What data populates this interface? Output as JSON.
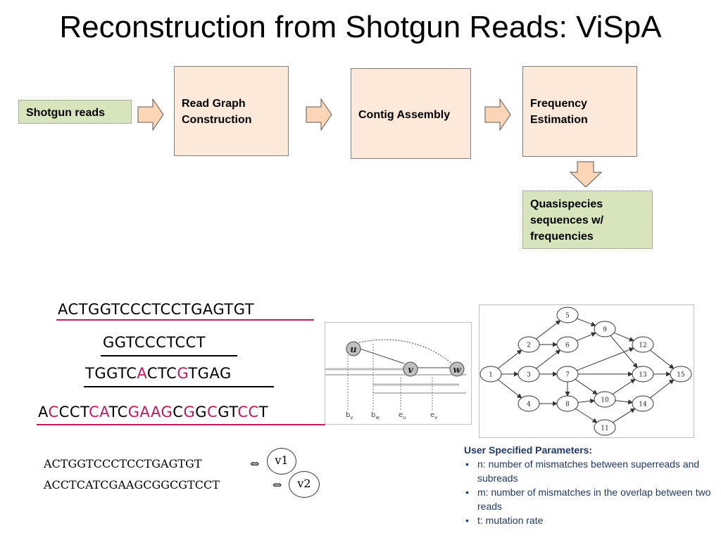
{
  "title": "Reconstruction from Shotgun Reads: ViSpA",
  "flow": {
    "input": "Shotgun reads",
    "step1": "Read Graph Construction",
    "step2": "Contig Assembly",
    "step3": "Frequency Estimation",
    "output": "Quasispecies sequences w/ frequencies"
  },
  "reads": {
    "superread": "ACTGGTCCCTCCTGAGTGT",
    "subread": "GGTCCCTCCT",
    "mismatch_read": [
      "TGGTC",
      "A",
      "CTC",
      "G",
      "TGAG"
    ],
    "variant_read": [
      "A",
      "C",
      "CCT",
      "CA",
      "TC",
      "GAAG",
      "C",
      "G",
      "G",
      "C",
      "GT",
      "CC",
      "T"
    ]
  },
  "overlap": {
    "nodes": [
      "u",
      "v",
      "w"
    ],
    "axis_labels": [
      "b",
      "b",
      "e",
      "e"
    ],
    "axis_subs": [
      "v",
      "w",
      "u",
      "v"
    ]
  },
  "graph_nodes": [
    "1",
    "2",
    "3",
    "4",
    "5",
    "6",
    "7",
    "8",
    "9",
    "10",
    "11",
    "12",
    "13",
    "14",
    "15"
  ],
  "variants": {
    "rows": [
      {
        "seq": "ACTGGTCCCTCCTGAGTGT",
        "arrow": "⇔",
        "label": "v1"
      },
      {
        "seq": "ACCTCATCGAAGCGGCGTCCT",
        "arrow": "⇔",
        "label": "v2"
      }
    ]
  },
  "params": {
    "heading": "User Specified Parameters:",
    "items": [
      "n: number of mismatches between superreads and subreads",
      "m: number of mismatches in the overlap between two reads",
      "t: mutation rate"
    ]
  },
  "colors": {
    "peach": "#fde9d9",
    "green": "#d7e4bc",
    "mismatch": "#c0185f",
    "params_text": "#1f3864"
  }
}
